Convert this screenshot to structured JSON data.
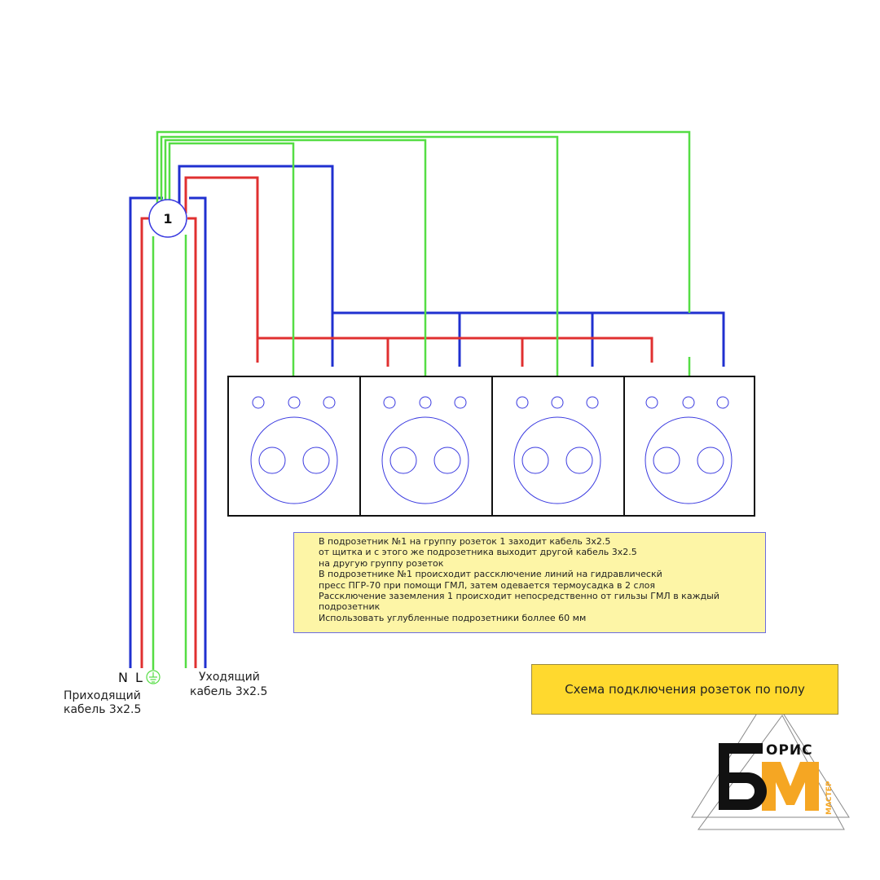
{
  "junction_box": {
    "label": "1"
  },
  "incoming": {
    "nl": "N L",
    "label_line1": "Приходящий",
    "label_line2": "кабель 3х2.5"
  },
  "outgoing": {
    "label_line1": "Уходящий",
    "label_line2": "кабель 3х2.5"
  },
  "note": {
    "lines": [
      "В подрозетник №1 на группу розеток 1 заходит кабель 3х2.5",
      "от щитка и с этого же подрозетника выходит другой кабель 3х2.5",
      "на другую группу розеток",
      "В подрозетнике №1  происходит расcключение  линий на  гидравлическй",
      "пресс ПГР-70 при помощи ГМЛ, затем  одевается термоусадка в 2 слоя",
      "Расcключение заземления 1 происходит непосредственно от гильзы ГМЛ в каждый",
      "подрозетник",
      "Использовать углубленные подрозетники  боллее 60 мм"
    ]
  },
  "title": "Схема подключения розеток по полу",
  "logo": {
    "text": "ОРИС",
    "vertical": "МАСТЕР"
  },
  "colors": {
    "phase": "#e03030",
    "neutral": "#2030d0",
    "ground": "#55dd44",
    "outline": "#3a3ae0",
    "logo_orange": "#f5a623"
  }
}
